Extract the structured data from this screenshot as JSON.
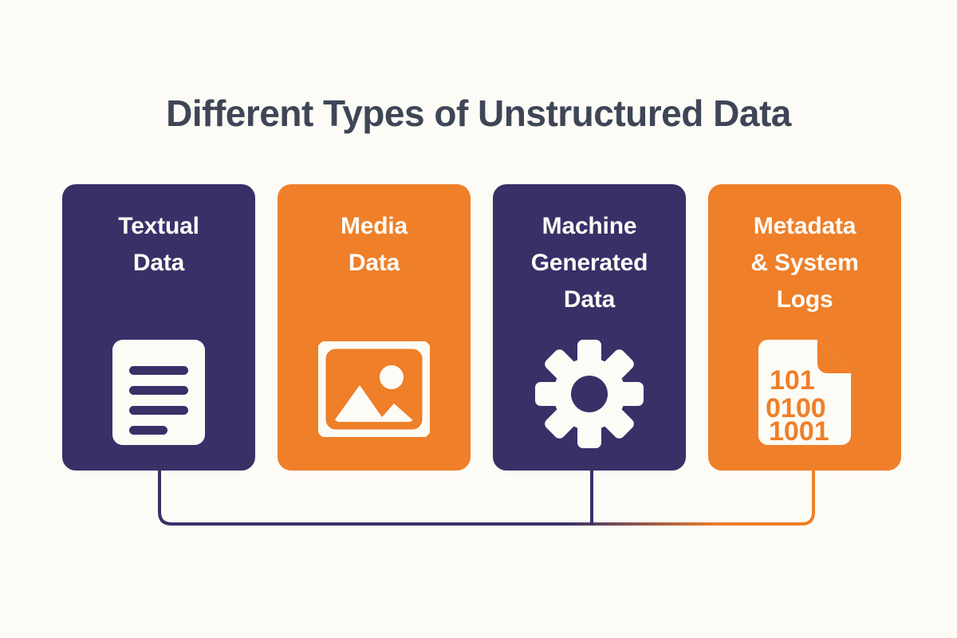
{
  "page": {
    "title": "Different Types of Unstructured Data",
    "background_color": "#FDFBF6",
    "title_color": "#3E4656"
  },
  "theme": {
    "purple": "#393068",
    "orange": "#EF7F29",
    "cream": "#FDFBF6"
  },
  "cards": [
    {
      "id": "textual-data",
      "label": "Textual\nData",
      "label_line1": "Textual",
      "label_line2": "Data",
      "color": "#393068",
      "text_color": "#FDFBF6",
      "icon": "document-lines-icon"
    },
    {
      "id": "media-data",
      "label": "Media\nData",
      "label_line1": "Media",
      "label_line2": "Data",
      "color": "#EF7F29",
      "text_color": "#FDFBF6",
      "icon": "image-photo-icon"
    },
    {
      "id": "machine-generated-data",
      "label": "Machine\nGenerated\nData",
      "label_line1": "Machine",
      "label_line2": "Generated",
      "label_line3": "Data",
      "color": "#393068",
      "text_color": "#FDFBF6",
      "icon": "gear-cog-icon"
    },
    {
      "id": "metadata-system-logs",
      "label": "Metadata\n& System\nLogs",
      "label_line1": "Metadata",
      "label_line2": "& System",
      "label_line3": "Logs",
      "color": "#EF7F29",
      "text_color": "#FDFBF6",
      "icon": "binary-file-icon"
    }
  ],
  "binary_file_icon": {
    "line1": "101",
    "line2": "0100",
    "line3": "1001",
    "digit_color": "#EF7F29",
    "sheet_color": "#FDFBF6"
  },
  "connector": {
    "start_color": "#393068",
    "end_color": "#EF7F29",
    "stroke_width": 4
  }
}
